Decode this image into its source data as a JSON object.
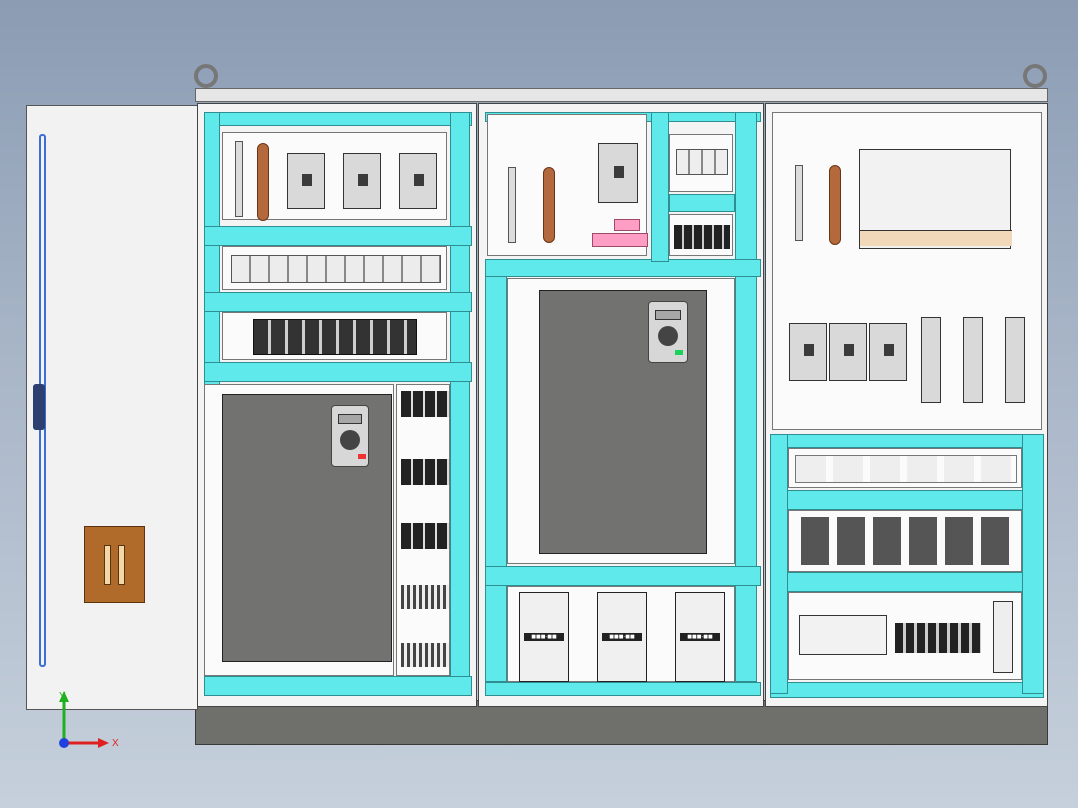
{
  "diagram": {
    "type": "electrical-cabinet-cad-front-view",
    "colors": {
      "background_top": "#8b9cb3",
      "background_bottom": "#c6d0dc",
      "mounting_rail": "#5fe9ea",
      "drive_body": "#727270",
      "copper_busbar": "#b3693c",
      "plinth": "#6f6f6b",
      "handle": "#b06b2a",
      "terminal_pink": "#ff9ec5"
    },
    "contactor_labels": [
      "■■■-■■",
      "■■■-■■",
      "■■■-■■"
    ],
    "axis_triad": {
      "y_label": "Y",
      "x_label": "X",
      "x_color": "#e02020",
      "y_color": "#20b020",
      "z_color": "#2040e0"
    }
  }
}
